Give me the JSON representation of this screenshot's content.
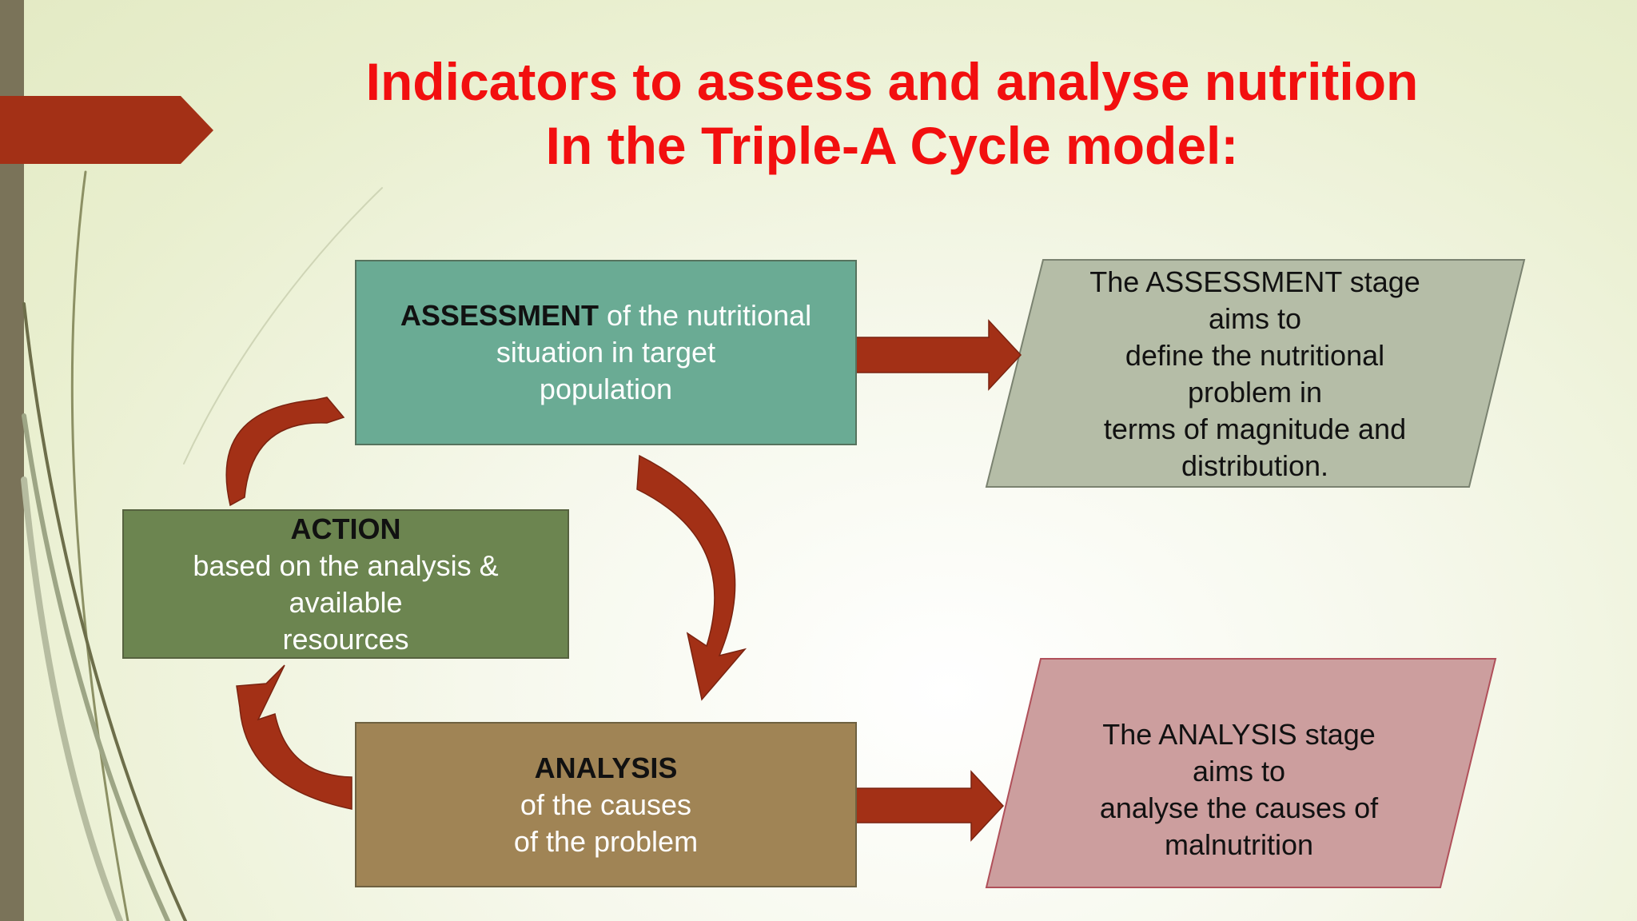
{
  "title": {
    "line1": "Indicators to assess and analyse nutrition",
    "line2": "In the Triple-A Cycle model:"
  },
  "assessment": {
    "keyword": "ASSESSMENT",
    "line1_rest": " of the nutritional",
    "line2": "situation in target",
    "line3": "population"
  },
  "action": {
    "keyword": "ACTION",
    "line1": "based on the analysis &",
    "line2": "available",
    "line3": "resources"
  },
  "analysis": {
    "keyword": "ANALYSIS",
    "line1": "of the causes",
    "line2": "of the problem"
  },
  "assessment_desc": {
    "lines": [
      "The ASSESSMENT stage",
      "aims to",
      "define the nutritional",
      "problem in",
      "terms of magnitude and",
      "distribution."
    ]
  },
  "analysis_desc": {
    "lines": [
      "The ANALYSIS stage",
      "aims to",
      "analyse the causes of",
      "malnutrition"
    ]
  },
  "colors": {
    "title": "#f20f0f",
    "assessment_box": "#6aab94",
    "action_box": "#6c8550",
    "analysis_box": "#a08455",
    "assessment_desc_bg": "#b5bda7",
    "analysis_desc_bg": "#cc9e9e",
    "arrow": "#a33016",
    "side_bar": "#7a7359"
  }
}
